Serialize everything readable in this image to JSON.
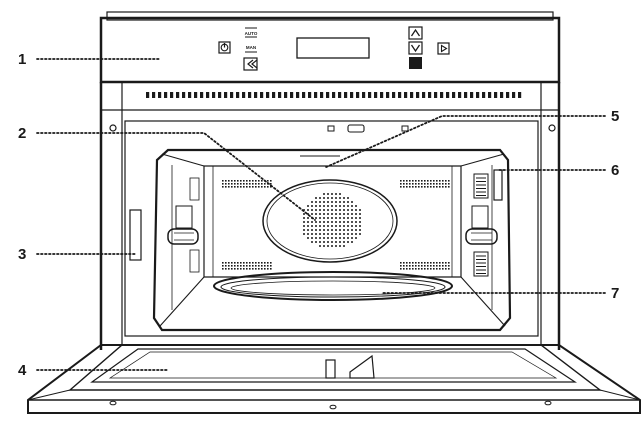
{
  "callouts": [
    {
      "id": "1",
      "label": "1"
    },
    {
      "id": "2",
      "label": "2"
    },
    {
      "id": "3",
      "label": "3"
    },
    {
      "id": "4",
      "label": "4"
    },
    {
      "id": "5",
      "label": "5"
    },
    {
      "id": "6",
      "label": "6"
    },
    {
      "id": "7",
      "label": "7"
    }
  ],
  "control_panel": {
    "auto_label": "AUTO",
    "manual_label": "MAN",
    "icons": [
      "power-icon",
      "back-icon",
      "up-icon",
      "ok-icon",
      "down-icon",
      "start-icon"
    ]
  }
}
